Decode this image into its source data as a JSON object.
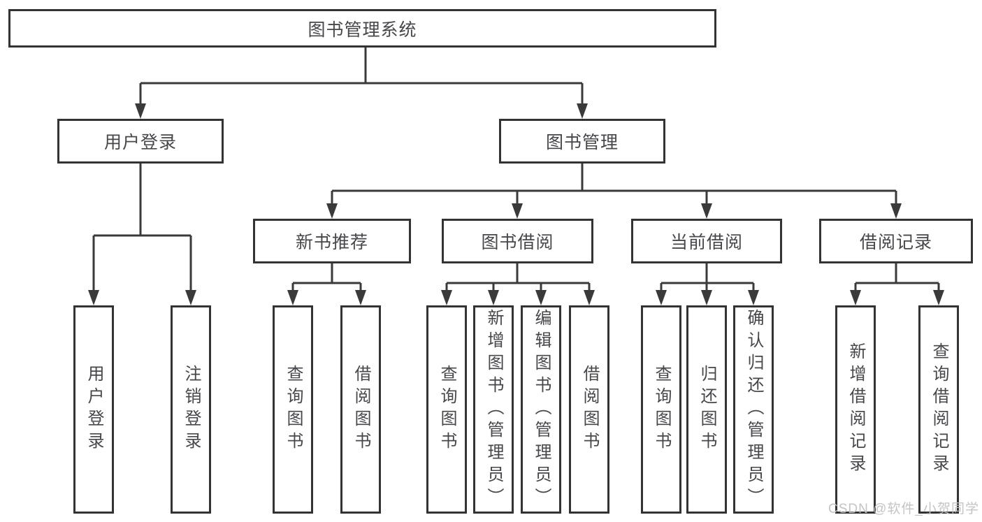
{
  "diagram_type": "hierarchy-tree",
  "colors": {
    "line": "#3a3a3a",
    "box_border": "#333333",
    "box_fill": "#ffffff",
    "text": "#47474b",
    "watermark": "#c1c1c1"
  },
  "tree": {
    "label": "图书管理系统",
    "children": [
      {
        "label": "用户登录",
        "children": [
          {
            "label": "用户登录"
          },
          {
            "label": "注销登录"
          }
        ]
      },
      {
        "label": "图书管理",
        "children": [
          {
            "label": "新书推荐",
            "children": [
              {
                "label": "查询图书"
              },
              {
                "label": "借阅图书"
              }
            ]
          },
          {
            "label": "图书借阅",
            "children": [
              {
                "label": "查询图书"
              },
              {
                "label": "新增图书（管理员）"
              },
              {
                "label": "编辑图书（管理员）"
              },
              {
                "label": "借阅图书"
              }
            ]
          },
          {
            "label": "当前借阅",
            "children": [
              {
                "label": "查询图书"
              },
              {
                "label": "归还图书"
              },
              {
                "label": "确认归还（管理员）"
              }
            ]
          },
          {
            "label": "借阅记录",
            "children": [
              {
                "label": "新增借阅记录"
              },
              {
                "label": "查询借阅记录"
              }
            ]
          }
        ]
      }
    ]
  },
  "watermark": {
    "text": "CSDN @软件_小贺同学"
  }
}
